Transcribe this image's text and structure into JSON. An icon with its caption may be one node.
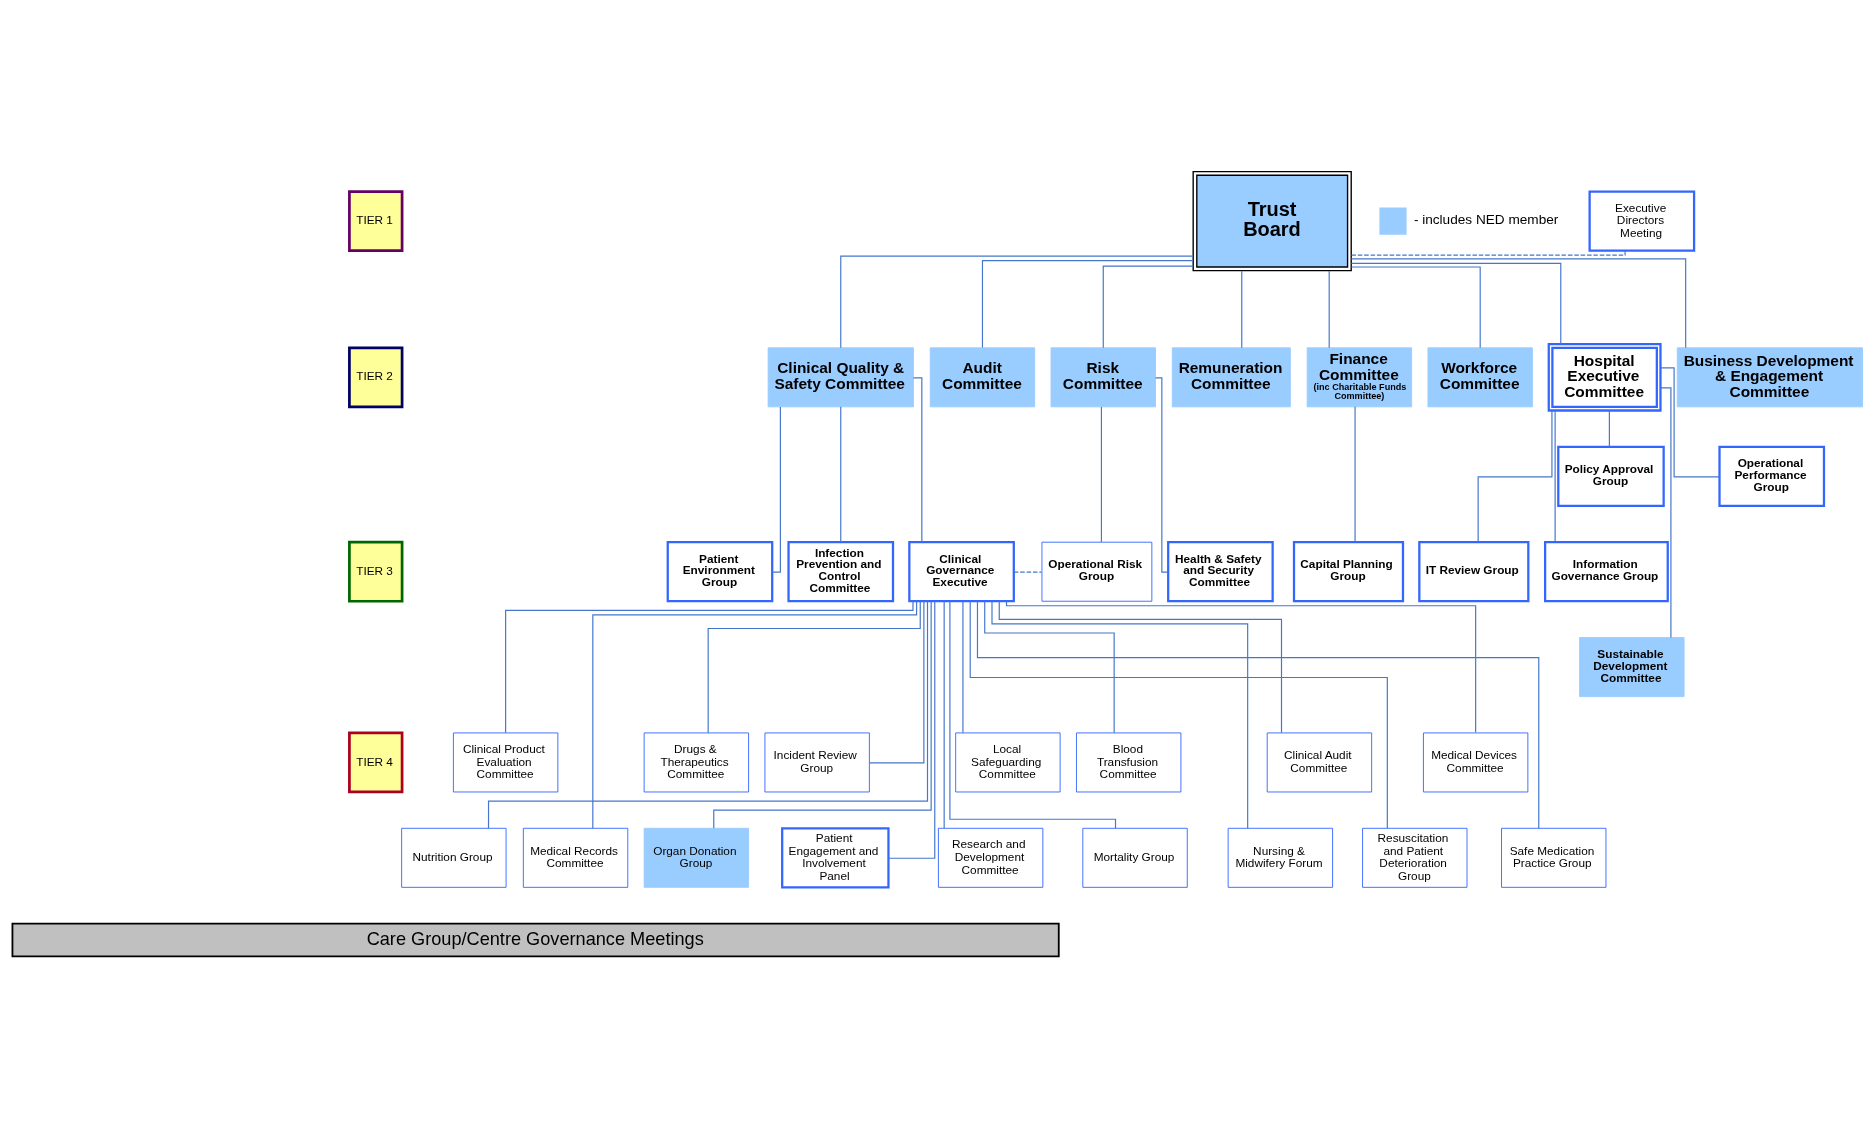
{
  "diagram": {
    "nodes": [
      {
        "text": [
          "TIER 1"
        ]
      },
      {
        "text": [
          "Executive Directors Meeting"
        ]
      },
      {
        "text": [
          "Trust Board"
        ]
      },
      {
        "text": [
          "TIER 2"
        ]
      },
      {
        "text": [
          "Business Development & Engagement Committee"
        ]
      },
      {
        "text": [
          "Clinical Quality & Safety Committee"
        ]
      },
      {
        "text": [
          "Audit Committee"
        ]
      },
      {
        "text": [
          "Risk Committee"
        ]
      },
      {
        "text": [
          "Remuneration Committee"
        ]
      },
      {
        "text": [
          "Finance Committee",
          "(inc Charitable Funds Committee)"
        ]
      },
      {
        "text": [
          "Workforce Committee"
        ]
      },
      {
        "text": [
          "Hospital Executive Committee"
        ]
      },
      {
        "text": [
          "TIER 3"
        ]
      },
      {
        "text": [
          "Policy Approval Group"
        ]
      },
      {
        "text": [
          "Operational Performance Group"
        ]
      },
      {
        "text": [
          "Patient Environment Group"
        ]
      },
      {
        "text": [
          "Infection Prevention and Control Committee"
        ]
      },
      {
        "text": [
          "Clinical Governance Executive"
        ]
      },
      {
        "text": [
          "Operational Risk Group"
        ]
      },
      {
        "text": [
          "Health & Safety and Security Committee"
        ]
      },
      {
        "text": [
          "Capital Planning Group"
        ]
      },
      {
        "text": [
          "Information Governance Group"
        ]
      },
      {
        "text": [
          "IT Review Group"
        ]
      },
      {
        "text": [
          "Sustainable Development Committee"
        ]
      },
      {
        "text": [
          "TIER 4"
        ]
      },
      {
        "text": [
          "Blood Transfusion Committee"
        ]
      },
      {
        "text": [
          "Clinical Audit Committee"
        ]
      },
      {
        "text": [
          "Clinical Product Evaluation Committee"
        ]
      },
      {
        "text": [
          "Drugs & Therapeutics Committee"
        ]
      },
      {
        "text": [
          "Incident Review Group"
        ]
      },
      {
        "text": [
          "Local Safeguarding Committee"
        ]
      },
      {
        "text": [
          "Medical Devices Committee"
        ]
      },
      {
        "text": [
          "Medical Records Committee"
        ]
      },
      {
        "text": [
          "Mortality Group"
        ]
      },
      {
        "text": [
          "Nursing & Midwifery Forum"
        ]
      },
      {
        "text": [
          "Nutrition Group"
        ]
      },
      {
        "text": [
          "Organ Donation Group"
        ]
      },
      {
        "text": [
          "Patient Engagement and Involvement Panel"
        ]
      },
      {
        "text": [
          "Research and Development Committee"
        ]
      },
      {
        "text": [
          "Resuscitation and Patient Deterioration Group"
        ]
      },
      {
        "text": [
          "Safe Medication Practice Group"
        ]
      },
      {
        "text": [
          "Care Group/Centre Governance Meetings"
        ]
      }
    ],
    "edges": [
      {
        "from": 1,
        "to": 2,
        "arrow": "none",
        "style": "dashed"
      },
      {
        "from": 2,
        "to": 4,
        "arrow": "none"
      },
      {
        "from": 2,
        "to": 5,
        "arrow": "none"
      },
      {
        "from": 2,
        "to": 6,
        "arrow": "none"
      },
      {
        "from": 2,
        "to": 7,
        "arrow": "none"
      },
      {
        "from": 2,
        "to": 8,
        "arrow": "none"
      },
      {
        "from": 2,
        "to": 9,
        "arrow": "none"
      },
      {
        "from": 2,
        "to": 10,
        "arrow": "none"
      },
      {
        "from": 2,
        "to": 11,
        "arrow": "none"
      },
      {
        "from": 11,
        "to": 13,
        "arrow": "none"
      },
      {
        "from": 11,
        "to": 14,
        "arrow": "none"
      },
      {
        "from": 5,
        "to": 15,
        "arrow": "none"
      },
      {
        "from": 5,
        "to": 16,
        "arrow": "none"
      },
      {
        "from": 5,
        "to": 17,
        "arrow": "none"
      },
      {
        "from": 17,
        "to": 18,
        "arrow": "none",
        "style": "dashed"
      },
      {
        "from": 7,
        "to": 18,
        "arrow": "none"
      },
      {
        "from": 7,
        "to": 19,
        "arrow": "none"
      },
      {
        "from": 9,
        "to": 20,
        "arrow": "none"
      },
      {
        "from": 11,
        "to": 21,
        "arrow": "none"
      },
      {
        "from": 11,
        "to": 22,
        "arrow": "none"
      },
      {
        "from": 11,
        "to": 23,
        "arrow": "none"
      },
      {
        "from": 17,
        "to": 25,
        "arrow": "none"
      },
      {
        "from": 17,
        "to": 26,
        "arrow": "none"
      },
      {
        "from": 17,
        "to": 27,
        "arrow": "none"
      },
      {
        "from": 17,
        "to": 28,
        "arrow": "none"
      },
      {
        "from": 17,
        "to": 29,
        "arrow": "none"
      },
      {
        "from": 17,
        "to": 30,
        "arrow": "none"
      },
      {
        "from": 17,
        "to": 31,
        "arrow": "none"
      },
      {
        "from": 17,
        "to": 32,
        "arrow": "none"
      },
      {
        "from": 17,
        "to": 33,
        "arrow": "none"
      },
      {
        "from": 17,
        "to": 34,
        "arrow": "none"
      },
      {
        "from": 17,
        "to": 35,
        "arrow": "none"
      },
      {
        "from": 17,
        "to": 36,
        "arrow": "none"
      },
      {
        "from": 17,
        "to": 37,
        "arrow": "none"
      },
      {
        "from": 17,
        "to": 38,
        "arrow": "none"
      },
      {
        "from": 17,
        "to": 39,
        "arrow": "none"
      },
      {
        "from": 17,
        "to": 40,
        "arrow": "none"
      }
    ],
    "legend": [
      {
        "text": "- includes NED member",
        "color": "#99ccff"
      }
    ]
  }
}
